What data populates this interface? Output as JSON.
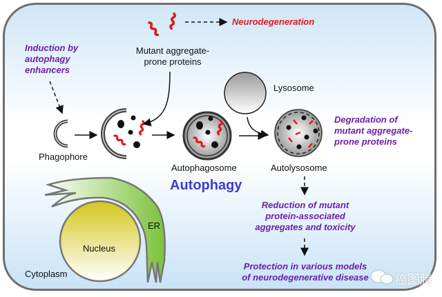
{
  "diagram": {
    "title": "Autophagy",
    "labels": {
      "neurodegeneration": "Neurodegeneration",
      "mutant_proteins_line1": "Mutant aggregate-",
      "mutant_proteins_line2": "prone proteins",
      "induction_line1": "Induction by",
      "induction_line2": "autophagy",
      "induction_line3": "enhancers",
      "lysosome": "Lysosome",
      "phagophore": "Phagophore",
      "autophagosome": "Autophagosome",
      "autolysosome": "Autolysosome",
      "degradation_line1": "Degradation of",
      "degradation_line2": "mutant aggregate-",
      "degradation_line3": "prone proteins",
      "reduction_line1": "Reduction of mutant",
      "reduction_line2": "protein-associated",
      "reduction_line3": "aggregates and toxicity",
      "protection_line1": "Protection in various models",
      "protection_line2": "of neurodegenerative disease",
      "er": "ER",
      "nucleus": "Nucleus",
      "cytoplasm": "Cytoplasm"
    },
    "watermark": "癌图腾",
    "colors": {
      "emphasis": "#6a1fa8",
      "alert": "#e01a1a",
      "title": "#3b3bd6",
      "protein": "#e01a1a",
      "er": "#7fc23a",
      "nucleus": "#d9d22a"
    }
  }
}
